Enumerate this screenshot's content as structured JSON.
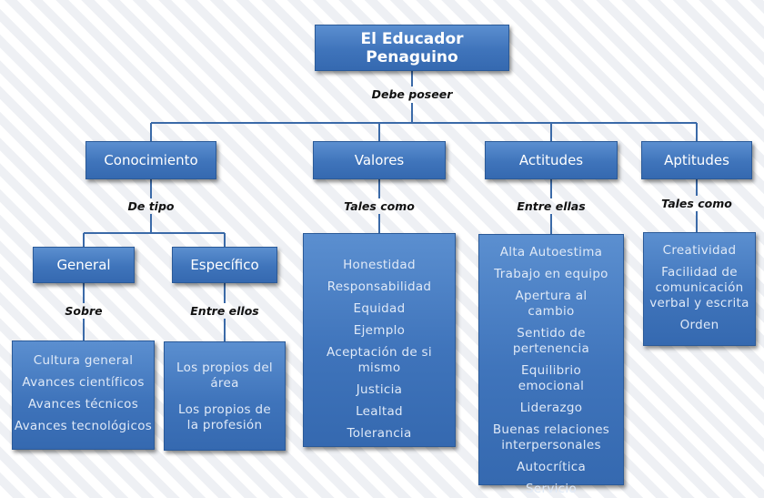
{
  "root": {
    "label": "El Educador Penaguino"
  },
  "root_connector": "Debe poseer",
  "categories": {
    "conocimiento": {
      "label": "Conocimiento",
      "connector": "De tipo"
    },
    "valores": {
      "label": "Valores",
      "connector": "Tales como"
    },
    "actitudes": {
      "label": "Actitudes",
      "connector": "Entre ellas"
    },
    "aptitudes": {
      "label": "Aptitudes",
      "connector": "Tales como"
    }
  },
  "subcategories": {
    "general": {
      "label": "General",
      "connector": "Sobre"
    },
    "especifico": {
      "label": "Específico",
      "connector": "Entre ellos"
    }
  },
  "lists": {
    "general": [
      "Cultura general",
      "Avances científicos",
      "Avances técnicos",
      "Avances tecnológicos"
    ],
    "especifico": [
      "Los propios del área",
      "Los propios de la profesión"
    ],
    "valores": [
      "Honestidad",
      "Responsabilidad",
      "Equidad",
      "Ejemplo",
      "Aceptación de si mismo",
      "Justicia",
      "Lealtad",
      "Tolerancia"
    ],
    "actitudes": [
      "Alta Autoestima",
      "Trabajo en equipo",
      "Apertura al cambio",
      "Sentido de pertenencia",
      "Equilibrio emocional",
      "Liderazgo",
      "Buenas relaciones interpersonales",
      "Autocrítica",
      "Servicio"
    ],
    "aptitudes": [
      "Creatividad",
      "Facilidad de comunicación verbal y escrita",
      "Orden"
    ]
  },
  "colors": {
    "box": "#3f74bb",
    "line": "#3b6aa8"
  }
}
